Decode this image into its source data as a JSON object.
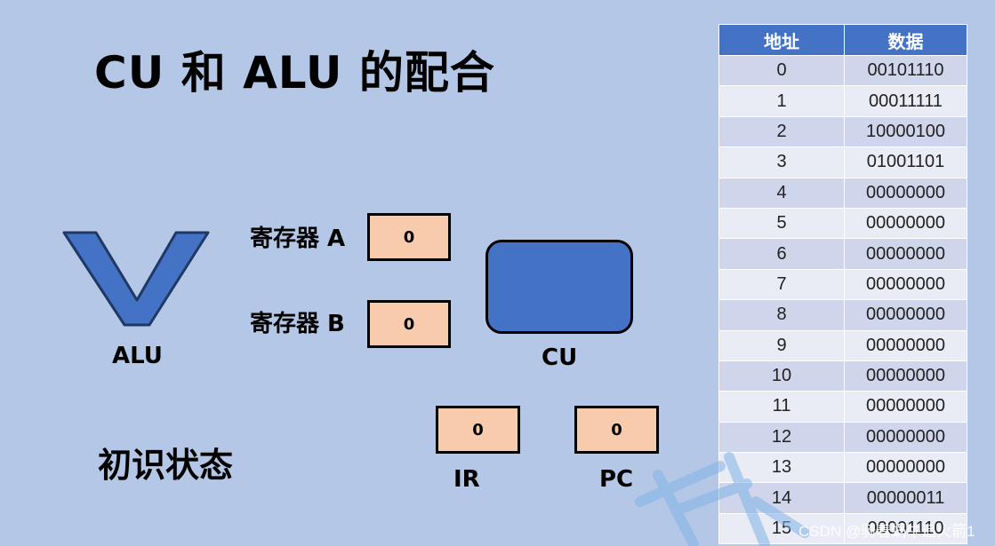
{
  "title": "CU 和 ALU 的配合",
  "state_label": "初识状态",
  "alu": {
    "label": "ALU"
  },
  "registers": {
    "a": {
      "label": "寄存器 A",
      "value": "0"
    },
    "b": {
      "label": "寄存器 B",
      "value": "0"
    }
  },
  "cu": {
    "label": "CU"
  },
  "ir": {
    "label": "IR",
    "value": "0"
  },
  "pc": {
    "label": "PC",
    "value": "0"
  },
  "memory": {
    "headers": [
      "地址",
      "数据"
    ],
    "rows": [
      [
        "0",
        "00101110"
      ],
      [
        "1",
        "00011111"
      ],
      [
        "2",
        "10000100"
      ],
      [
        "3",
        "01001101"
      ],
      [
        "4",
        "00000000"
      ],
      [
        "5",
        "00000000"
      ],
      [
        "6",
        "00000000"
      ],
      [
        "7",
        "00000000"
      ],
      [
        "8",
        "00000000"
      ],
      [
        "9",
        "00000000"
      ],
      [
        "10",
        "00000000"
      ],
      [
        "11",
        "00000000"
      ],
      [
        "12",
        "00000000"
      ],
      [
        "13",
        "00000000"
      ],
      [
        "14",
        "00000011"
      ],
      [
        "15",
        "00001110"
      ]
    ]
  },
  "watermark": "CSDN @骑着蜗牛追火箭1",
  "colors": {
    "background": "#b4c7e7",
    "accent_blue": "#4472c4",
    "register_fill": "#f8cbad"
  }
}
